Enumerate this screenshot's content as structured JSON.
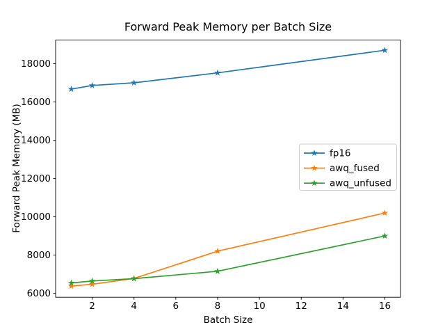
{
  "figure": {
    "background": "#ffffff",
    "text_color": "#000000",
    "spine_color": "#000000",
    "legend_border_color": "#cccccc"
  },
  "chart_data": {
    "type": "line",
    "title": "Forward Peak Memory per Batch Size",
    "xlabel": "Batch Size",
    "ylabel": "Forward Peak Memory (MB)",
    "x": [
      1,
      2,
      4,
      8,
      16
    ],
    "series": [
      {
        "name": "fp16",
        "color": "#1f77b4",
        "marker": "star",
        "values": [
          16670,
          16860,
          17000,
          17520,
          18700
        ]
      },
      {
        "name": "awq_fused",
        "color": "#ff7f0e",
        "marker": "star",
        "values": [
          6380,
          6480,
          6780,
          8210,
          10200
        ]
      },
      {
        "name": "awq_unfused",
        "color": "#2ca02c",
        "marker": "star",
        "values": [
          6550,
          6650,
          6770,
          7160,
          9000
        ]
      }
    ],
    "xlim": [
      0.25,
      16.75
    ],
    "ylim": [
      5800,
      19230
    ],
    "xticks": [
      2,
      4,
      6,
      8,
      10,
      12,
      14,
      16
    ],
    "yticks": [
      6000,
      8000,
      10000,
      12000,
      14000,
      16000,
      18000
    ],
    "grid": false,
    "legend_position": "center-right"
  }
}
